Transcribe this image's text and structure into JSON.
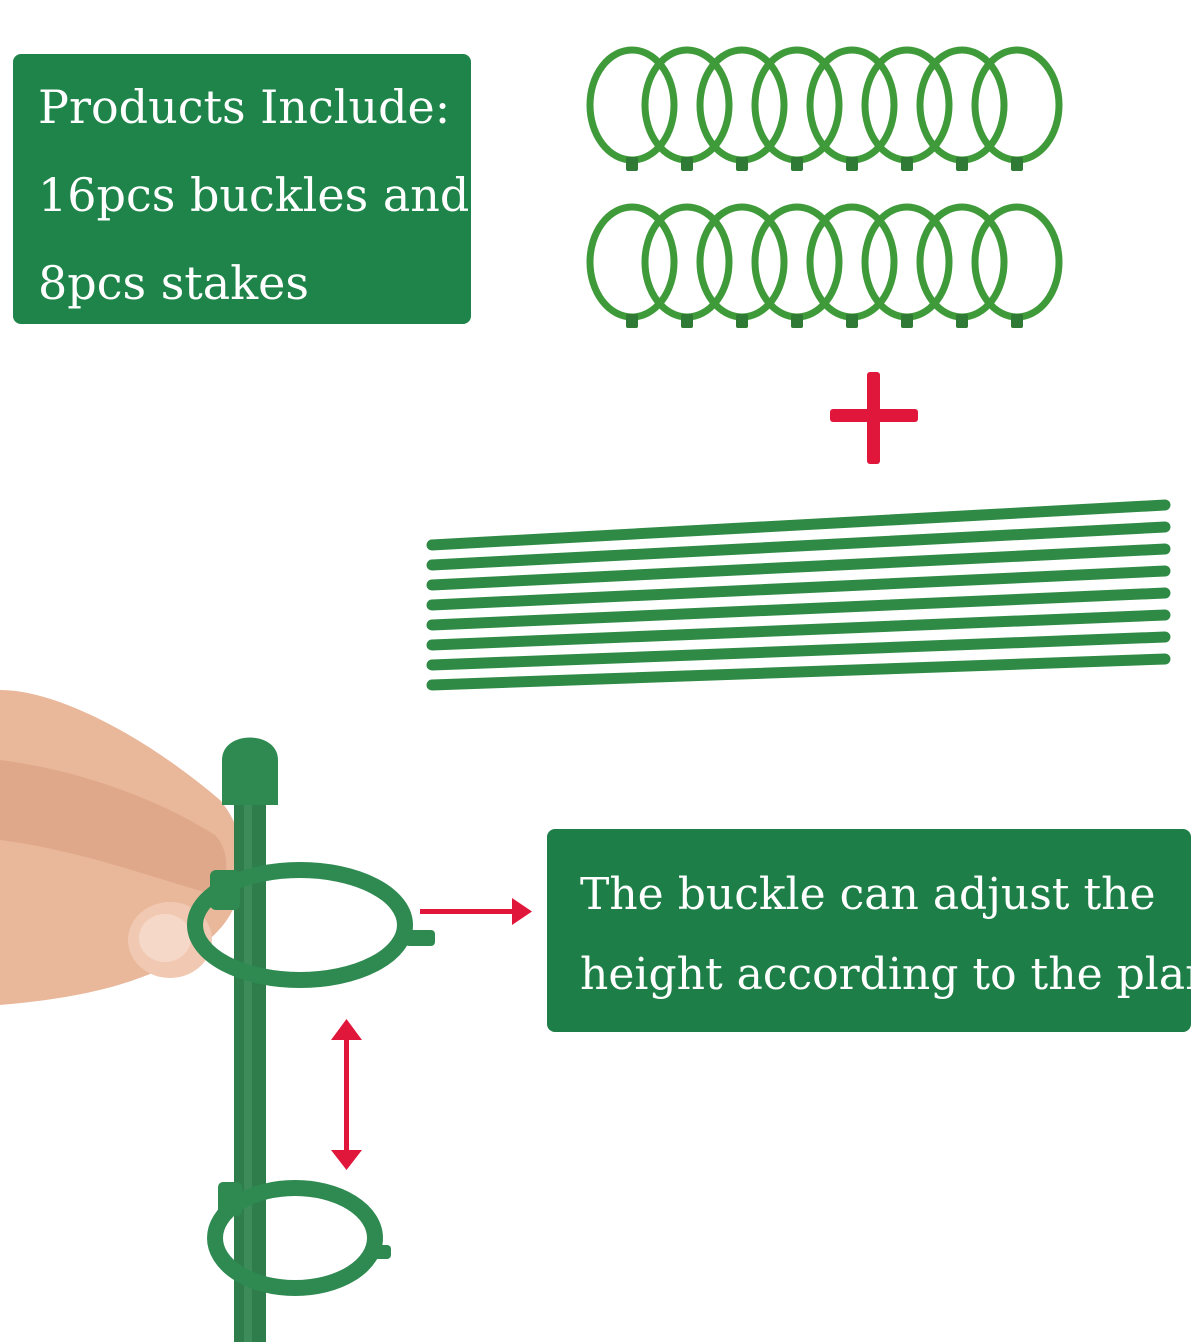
{
  "info_box": {
    "line1": "Products Include:",
    "line2": "16pcs buckles and",
    "line3": "8pcs stakes"
  },
  "note_box": {
    "line1": "The buckle can adjust the",
    "line2": "height according to the plant"
  },
  "colors": {
    "panel_green": "#1e8449",
    "product_green": "#3f9a3a",
    "arrow_red": "#e0173a",
    "text": "#ffffff"
  },
  "icons": [
    "plus-icon",
    "right-arrow-icon",
    "double-arrow-icon"
  ]
}
